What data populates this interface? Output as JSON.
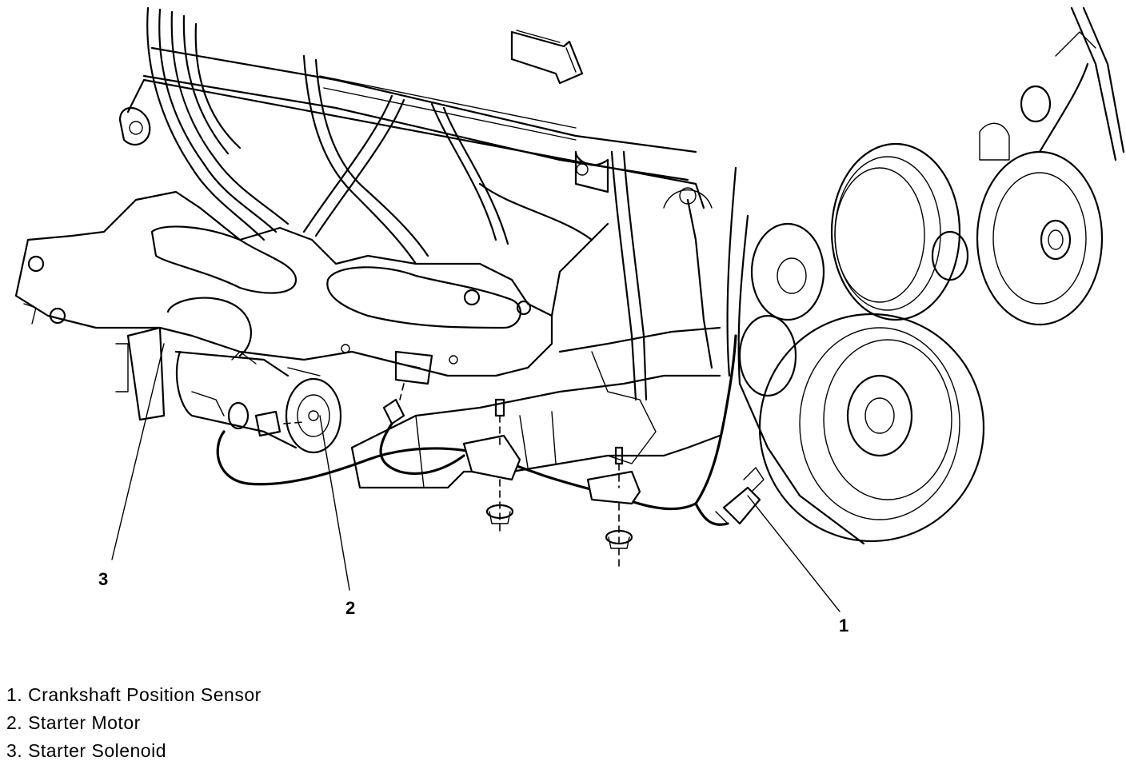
{
  "callouts": {
    "c1": "1",
    "c2": "2",
    "c3": "3"
  },
  "legend": [
    "1. Crankshaft Position Sensor",
    "2. Starter Motor",
    "3. Starter Solenoid"
  ]
}
